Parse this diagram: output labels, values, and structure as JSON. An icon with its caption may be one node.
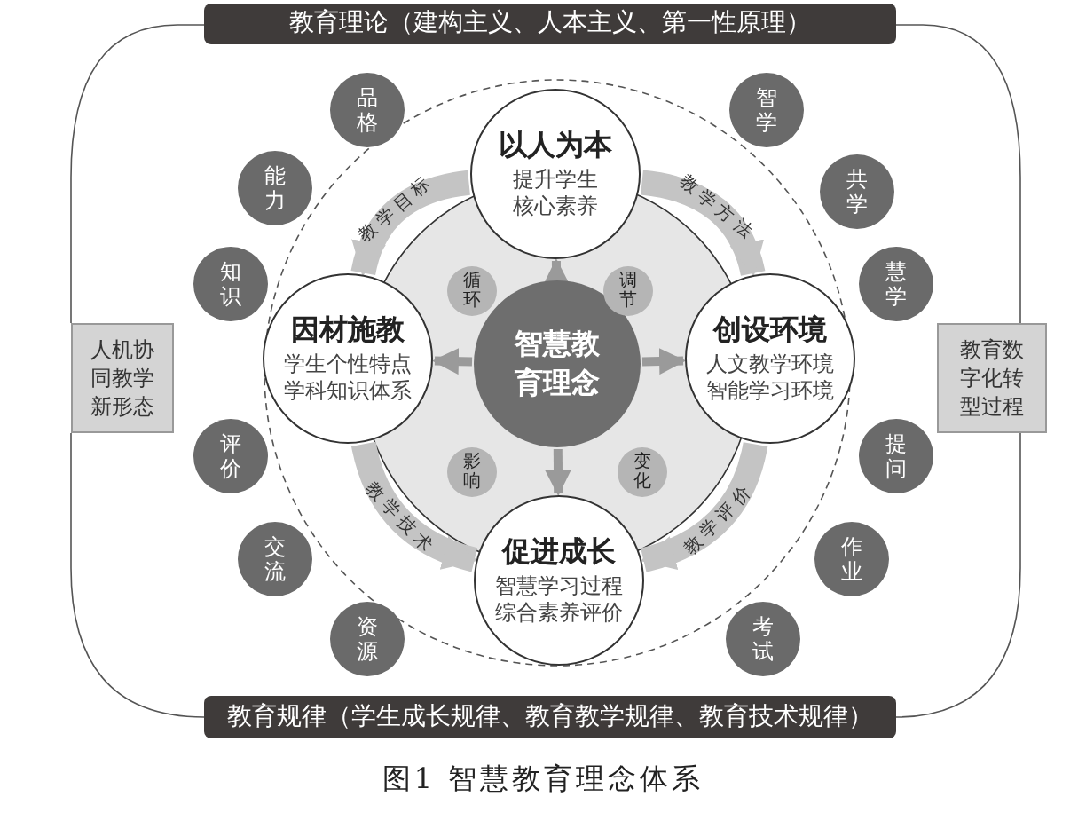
{
  "diagram": {
    "caption": "图1 智慧教育理念体系",
    "nodes": [
      {
        "text": [
          "教育理论（建构主义、人本主义、第一性原理）"
        ]
      },
      {
        "text": [
          "教育规律（学生成长规律、教育教学规律、教育技术规律）"
        ]
      },
      {
        "text": [
          "人机协同教学新形态"
        ]
      },
      {
        "text": [
          "教育数字化转型过程"
        ]
      },
      {
        "text": [
          "以人为本",
          "提升学生核心素养"
        ]
      },
      {
        "text": [
          "因材施教",
          "学生个性特点学科知识体系"
        ]
      },
      {
        "text": [
          "智慧教育理念"
        ]
      },
      {
        "text": [
          "创设环境",
          "人文教学环境智能学习环境"
        ]
      },
      {
        "text": [
          "促进成长",
          "智慧学习过程综合素养评价"
        ]
      },
      {
        "text": [
          "循环"
        ]
      },
      {
        "text": [
          "调节"
        ]
      },
      {
        "text": [
          "影响"
        ]
      },
      {
        "text": [
          "变化"
        ]
      },
      {
        "text": [
          "品格"
        ]
      },
      {
        "text": [
          "能力"
        ]
      },
      {
        "text": [
          "知识"
        ]
      },
      {
        "text": [
          "评价"
        ]
      },
      {
        "text": [
          "交流"
        ]
      },
      {
        "text": [
          "资源"
        ]
      },
      {
        "text": [
          "智学"
        ]
      },
      {
        "text": [
          "共学"
        ]
      },
      {
        "text": [
          "慧学"
        ]
      },
      {
        "text": [
          "提问"
        ]
      },
      {
        "text": [
          "作业"
        ]
      },
      {
        "text": [
          "考试"
        ]
      }
    ],
    "edges": [
      {
        "from": 6,
        "to": 4,
        "arrow": "to"
      },
      {
        "from": 6,
        "to": 5,
        "arrow": "to"
      },
      {
        "from": 6,
        "to": 7,
        "arrow": "to"
      },
      {
        "from": 6,
        "to": 8,
        "arrow": "to"
      },
      {
        "from": 4,
        "to": 5,
        "arrow": "to",
        "label": "教学目标",
        "style": "thick"
      },
      {
        "from": 4,
        "to": 7,
        "arrow": "to",
        "label": "教学方法",
        "style": "thick"
      },
      {
        "from": 5,
        "to": 8,
        "arrow": "to",
        "label": "教学技术",
        "style": "thick"
      },
      {
        "from": 7,
        "to": 8,
        "arrow": "to",
        "label": "教学评价",
        "style": "thick"
      }
    ]
  }
}
